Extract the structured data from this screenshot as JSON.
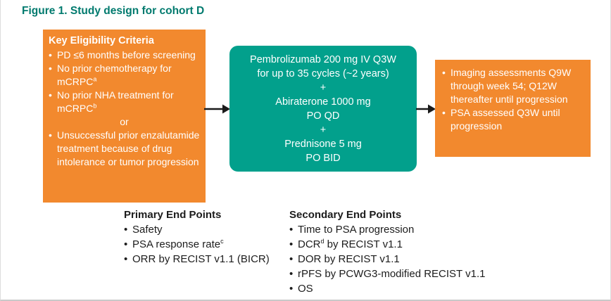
{
  "ui": {
    "bullet": "•"
  },
  "colors": {
    "orange_box": "#f2892e",
    "teal_box": "#02a08c",
    "title_text": "#007a6e",
    "box_text": "#ffffff",
    "body_text": "#1c1c1c",
    "arrow": "#1a1a1a"
  },
  "title": "Figure 1. Study design for cohort D",
  "eligibility": {
    "header": "Key Eligibility Criteria",
    "items": [
      {
        "text": "PD ≤6 months before screening"
      },
      {
        "text": "No prior chemotherapy for mCRPC",
        "sup": "a"
      },
      {
        "text": "No prior NHA treatment for mCRPC",
        "sup": "b"
      },
      {
        "text": "Unsuccessful prior enzalutamide treatment because of drug intolerance or tumor progression"
      }
    ],
    "connector": "or"
  },
  "treatment": {
    "lines": [
      "Pembrolizumab 200 mg IV Q3W",
      "for up to 35 cycles (~2 years)",
      "+",
      "Abiraterone 1000 mg",
      "PO QD",
      "+",
      "Prednisone 5 mg",
      "PO BID"
    ]
  },
  "assessments": {
    "items": [
      {
        "text": "Imaging assessments Q9W through week 54; Q12W thereafter until progression"
      },
      {
        "text": "PSA assessed Q3W until progression"
      }
    ]
  },
  "primary": {
    "header": "Primary End Points",
    "items": [
      {
        "text": "Safety"
      },
      {
        "text": "PSA response rate",
        "sup": "c"
      },
      {
        "text": "ORR by RECIST v1.1 (BICR)"
      }
    ]
  },
  "secondary": {
    "header": "Secondary End Points",
    "items": [
      {
        "text": "Time to PSA progression"
      },
      {
        "text": "DCR",
        "sup": "d",
        "after": " by RECIST v1.1"
      },
      {
        "text": "DOR by RECIST v1.1"
      },
      {
        "text": "rPFS by PCWG3-modified RECIST v1.1"
      },
      {
        "text": "OS"
      }
    ]
  }
}
